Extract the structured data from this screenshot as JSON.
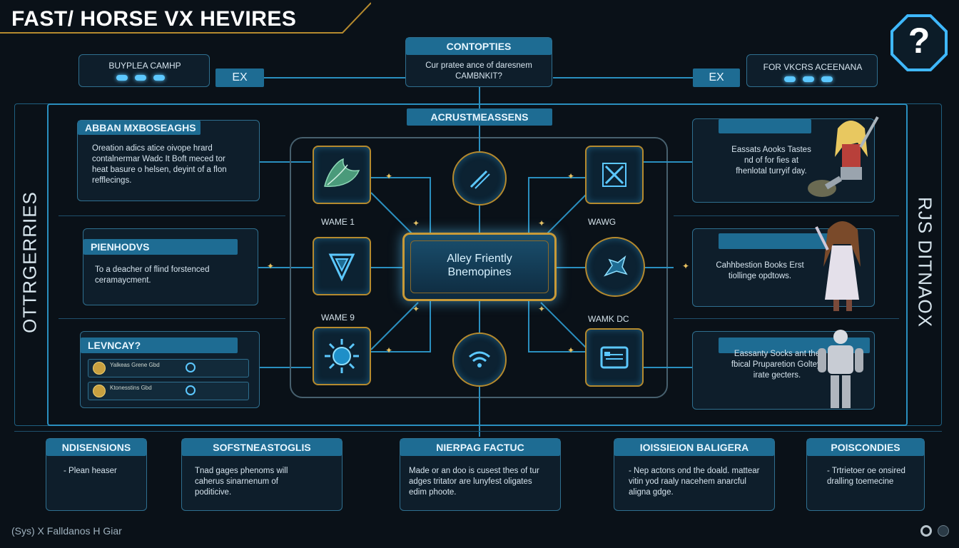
{
  "title": "FAST/ HORSE VX HEVIRES",
  "help_icon_label": "?",
  "top": {
    "left_box_label": "BUYPLEA CAMHP",
    "left_btn": "EX",
    "center_header": "CONTOPTIES",
    "center_text": "Cur pratee ance of daresnem CAMBNKIT?",
    "right_btn": "EX",
    "right_box_label": "FOR VKCRS ACEENANA"
  },
  "side_left_label": "OTTRGERRIES",
  "side_right_label": "RJS DITNAOX",
  "center": {
    "header": "ACRUSTMEASSENS",
    "main_text": "Alley Friently Bnemopines",
    "wame1": "WAME 1",
    "wame9": "WAME 9",
    "wamg": "WAWG",
    "wamkdc": "WAMK DC"
  },
  "left_panels": [
    {
      "header": "ABBAN MXBOSEAGHS",
      "text": "Oreation adics atice oivope hrard contalnermar Wadc It Boft meced tor heat basure o helsen, deyint of a flon refflecings."
    },
    {
      "header": "PIENHODVS",
      "text": "To a deacher of flind forstenced ceramaycment."
    },
    {
      "header": "LEVNCAY?",
      "items": [
        {
          "label": "Yalkeas Grene Gbd"
        },
        {
          "label": "Ktonesstins Gbd"
        }
      ]
    }
  ],
  "right_panels": [
    {
      "text": "Eassats Aooks Tastes nd of for fies at fhenlotal turryif day."
    },
    {
      "text": "Cahhbestion Books Erst tiollinge opdtows."
    },
    {
      "text": "Eassanty Socks ant the fbical Pruparetion Goltey, irate gecters."
    }
  ],
  "bottom": [
    {
      "header": "NDISENSIONS",
      "text": "- Plean heaser"
    },
    {
      "header": "SOFSTNEASTOGLIS",
      "text": "Tnad gages phenoms will caherus sinarnenum of poditicive."
    },
    {
      "header": "NIERPAG FACTUC",
      "text": "Made or an doo is cusest thes of tur adges tritator are lunyfest oligates edim phoote."
    },
    {
      "header": "IOISSIEION BALIGERA",
      "text": "- Nep actons ond the doald. mattear vitin yod raaly nacehem anarcful aligna gdge."
    },
    {
      "header": "POISCONDIES",
      "text": "- Trtrietoer oe onsired dralling toemecine"
    }
  ],
  "footer": "(Sys) X Falldanos H Giar",
  "colors": {
    "accent": "#1e6c93",
    "gold": "#b58a2e",
    "glow": "#5cc8ff"
  }
}
